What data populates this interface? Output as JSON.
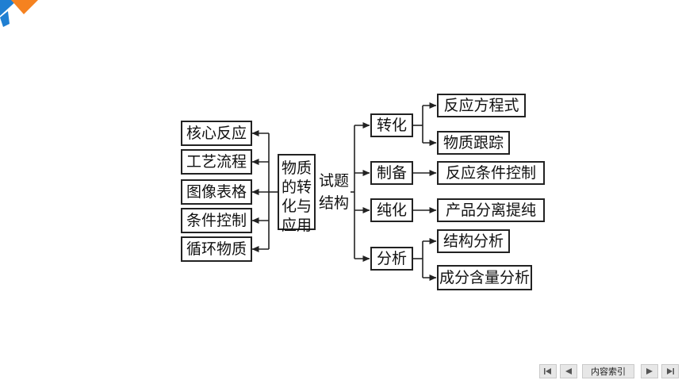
{
  "center": {
    "line1": "物质",
    "line2": "的转",
    "line3": "化与",
    "line4": "应用"
  },
  "topic": {
    "line1": "试题",
    "line2": "结构"
  },
  "left_items": [
    "核心反应",
    "工艺流程",
    "图像表格",
    "条件控制",
    "循环物质"
  ],
  "branches": [
    "转化",
    "制备",
    "纯化",
    "分析"
  ],
  "leaves": {
    "zhuanhua_1": "反应方程式",
    "zhuanhua_2": "物质跟踪",
    "zhibei": "反应条件控制",
    "chunhua": "产品分离提纯",
    "fenxi_1": "结构分析",
    "fenxi_2": "成分含量分析"
  },
  "nav": {
    "first_icon": "first-page-icon",
    "prev_icon": "prev-page-icon",
    "index_label": "内容索引",
    "next_icon": "next-page-icon",
    "last_icon": "last-page-icon"
  },
  "colors": {
    "logo_orange": "#f58220",
    "logo_blue": "#1f7fd2",
    "line": "#222222"
  }
}
